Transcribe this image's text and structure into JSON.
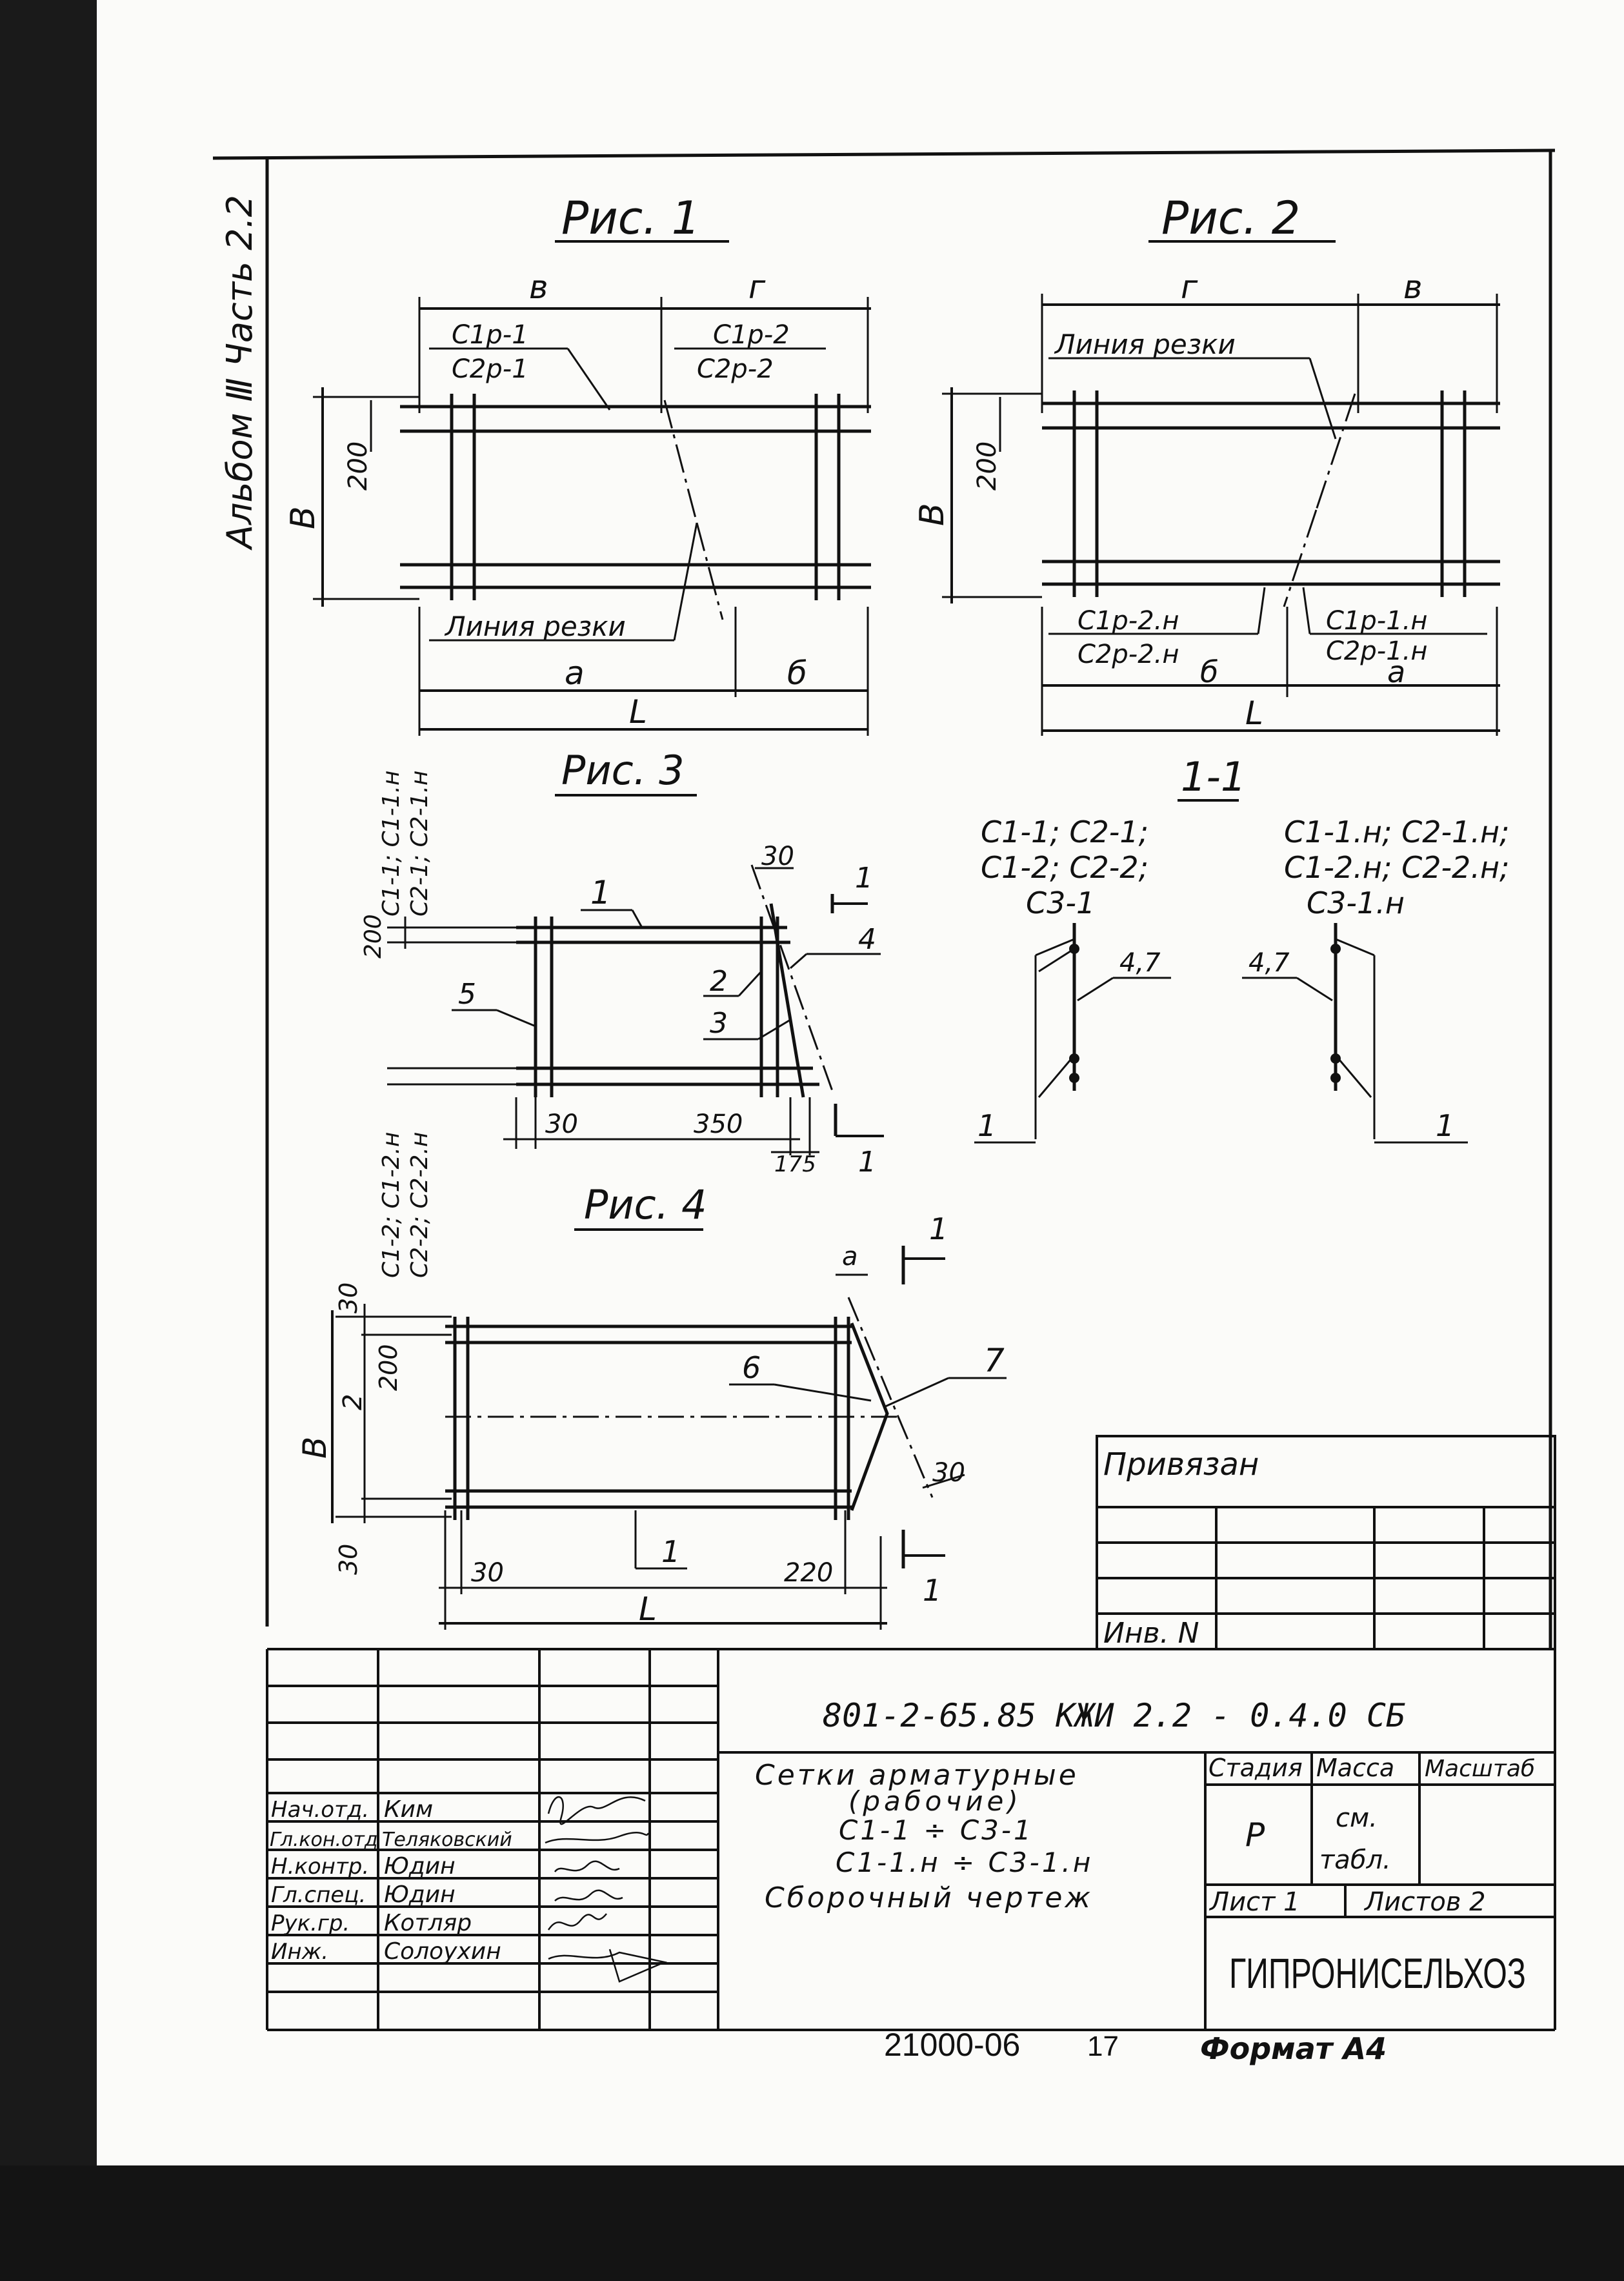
{
  "side_label": "Альбом Ⅲ  Часть 2.2",
  "fig1": {
    "title": "Рис. 1",
    "dims": {
      "top_left": "в",
      "top_right": "г",
      "height": "В",
      "spacing": "200",
      "bottom_left": "а",
      "bottom_right": "б",
      "total": "L"
    },
    "mark_left_1": "С1р-1",
    "mark_left_2": "С2р-1",
    "mark_right_1": "С1р-2",
    "mark_right_2": "С2р-2",
    "cut_line": "Линия резки"
  },
  "fig2": {
    "title": "Рис. 2",
    "dims": {
      "top_left": "г",
      "top_right": "в",
      "height": "В",
      "spacing": "200",
      "bottom_left": "б",
      "bottom_right": "а",
      "total": "L"
    },
    "cut_line": "Линия резки",
    "mark_left_1": "С1р-2.н",
    "mark_left_2": "С2р-2.н",
    "mark_right_1": "С1р-1.н",
    "mark_right_2": "С2р-1.н"
  },
  "fig3": {
    "title": "Рис. 3",
    "side_top_1": "С1-1; С1-1.н",
    "side_top_2": "С2-1; С2-1.н",
    "side_bot_1": "С1-2; С1-2.н",
    "side_bot_2": "С2-2; С2-2.н",
    "spacing": "200",
    "angle": "30",
    "pos": [
      "1",
      "2",
      "3",
      "4",
      "5"
    ],
    "section": "1",
    "dim_30": "30",
    "dim_350": "350",
    "dim_175": "175"
  },
  "section": {
    "title": "1-1",
    "left_1": "С1-1; С2-1;",
    "left_2": "С1-2; С2-2;",
    "left_3": "С3-1",
    "right_1": "С1-1.н; С2-1.н;",
    "right_2": "С1-2.н; С2-2.н;",
    "right_3": "С3-1.н",
    "pos_47": "4,7",
    "pos_1": "1"
  },
  "fig4": {
    "title": "Рис. 4",
    "dims": {
      "top_30": "30",
      "spacing": "200",
      "height": "В",
      "count": "2",
      "bottom_30": "30",
      "left_30": "30",
      "right_220": "220",
      "total": "L",
      "offset": "а",
      "angle": "30"
    },
    "pos": [
      "1",
      "6",
      "7"
    ],
    "section": "1"
  },
  "binding_box": {
    "title": "Привязан",
    "inv": "Инв. N"
  },
  "title_block": {
    "code": "801-2-65.85 КЖИ 2.2 - 0.4.0 СБ",
    "name_1": "Сетки арматурные",
    "name_2": "(рабочие)",
    "name_3": "С1-1 ÷ С3-1",
    "name_4": "С1-1.н ÷ С3-1.н",
    "name_5": "Сборочный чертеж",
    "stage_h": "Стадия",
    "mass_h": "Масса",
    "scale_h": "Масштаб",
    "stage": "Р",
    "mass_1": "см.",
    "mass_2": "табл.",
    "sheet": "Лист 1",
    "sheets": "Листов 2",
    "org": "ГИПРОНИСЕЛЬХОЗ",
    "roles": [
      {
        "role": "Нач.отд.",
        "name": "Ким"
      },
      {
        "role": "Гл.кон.отд",
        "name": "Теляковский"
      },
      {
        "role": "Н.контр.",
        "name": "Юдин"
      },
      {
        "role": "Гл.спец.",
        "name": "Юдин"
      },
      {
        "role": "Рук.гр.",
        "name": "Котляр"
      },
      {
        "role": "Инж.",
        "name": "Солоухин"
      }
    ]
  },
  "footer": {
    "number": "21000-06",
    "page": "17",
    "format": "Формат А4"
  }
}
